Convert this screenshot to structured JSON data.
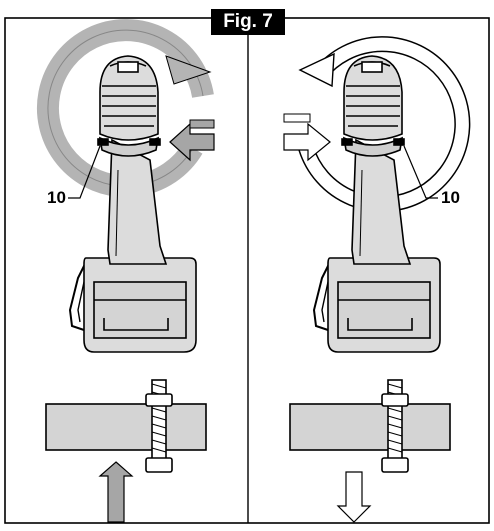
{
  "figure": {
    "label": "Fig. 7",
    "callouts": {
      "left": "10",
      "right": "10"
    },
    "colors": {
      "gray_fill": "#b4b4b4",
      "light_fill": "#dcdcdc",
      "panel_fill": "#d4d4d4",
      "line": "#000000",
      "arrow_fill": "#a6a6a6"
    }
  }
}
